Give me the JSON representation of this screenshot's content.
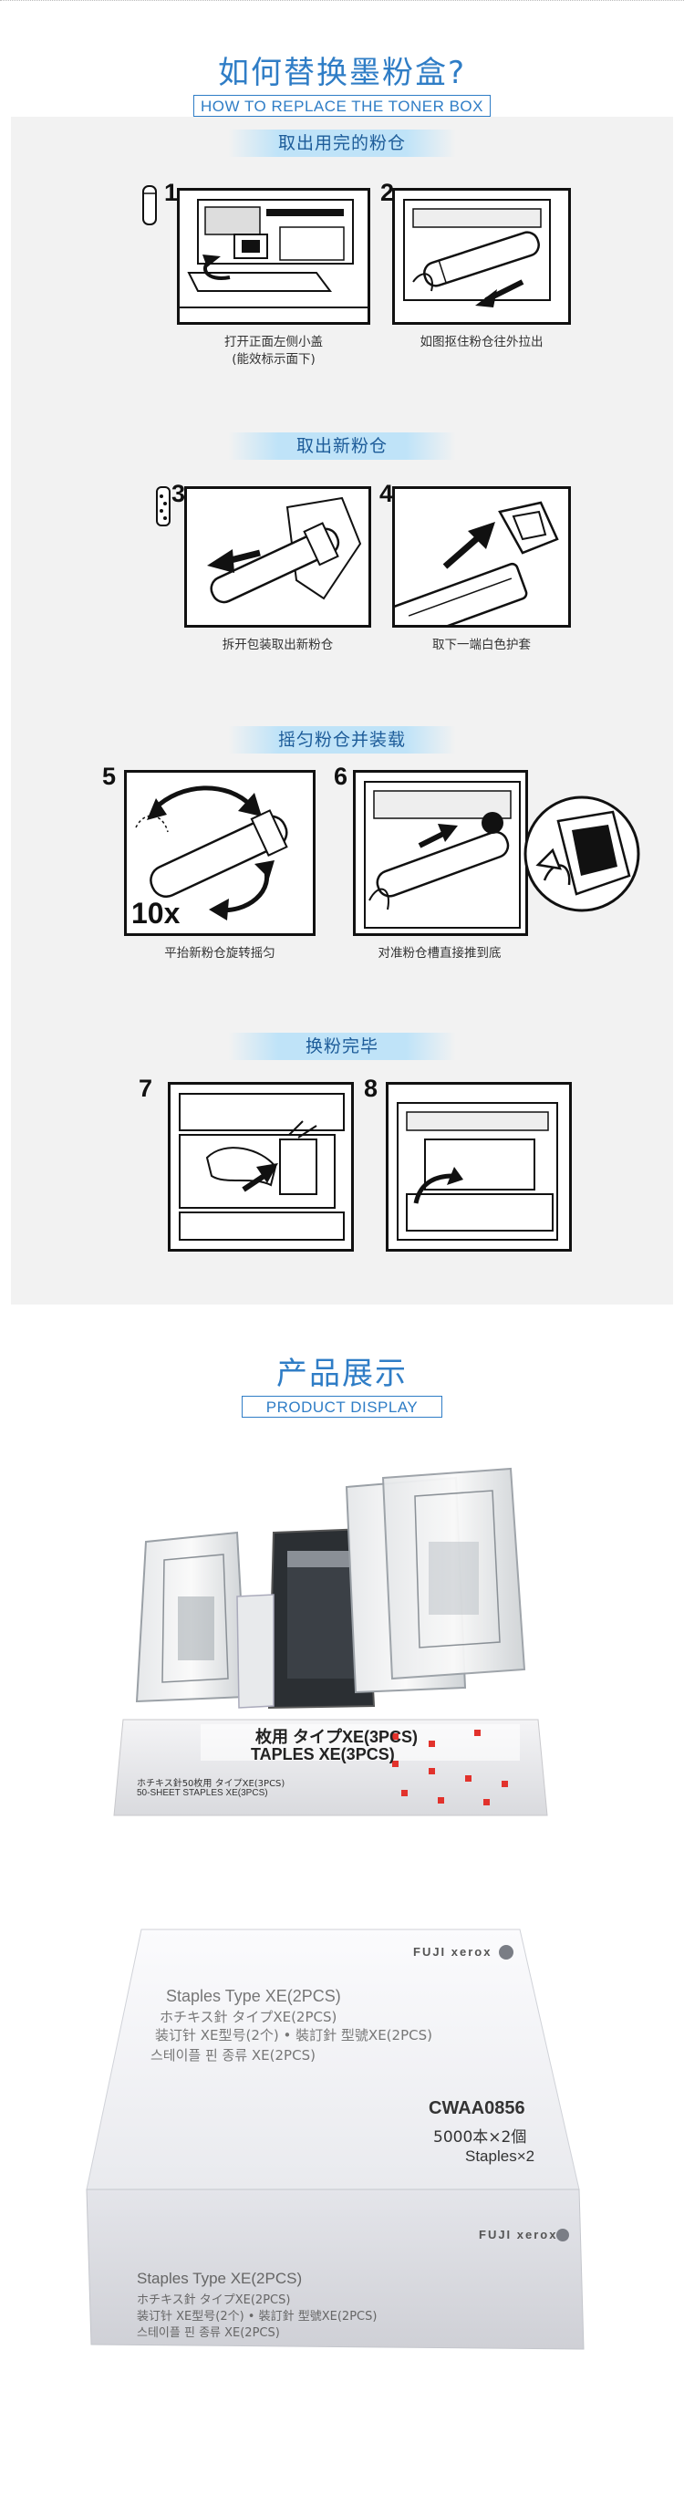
{
  "section1": {
    "title_zh": "如何替换墨粉盒?",
    "title_en": "HOW TO REPLACE THE TONER BOX"
  },
  "banners": [
    "取出用完的粉仓",
    "取出新粉仓",
    "摇匀粉仓并装载",
    "换粉完毕"
  ],
  "steps": [
    {
      "num": "1",
      "caption": "打开正面左侧小盖\n(能效标示面下)"
    },
    {
      "num": "2",
      "caption": "如图抠住粉仓往外拉出"
    },
    {
      "num": "3",
      "caption": "拆开包装取出新粉仓"
    },
    {
      "num": "4",
      "caption": "取下一端白色护套"
    },
    {
      "num": "5",
      "caption": "平抬新粉仓旋转摇匀"
    },
    {
      "num": "6",
      "caption": "对准粉仓槽直接推到底"
    },
    {
      "num": "7",
      "caption": ""
    },
    {
      "num": "8",
      "caption": ""
    }
  ],
  "shake_count": "10x",
  "section2": {
    "title_zh": "产品展示",
    "title_en": "PRODUCT DISPLAY"
  },
  "product1": {
    "line1": "ホチキス針50枚用 タイプXE(3PCS)",
    "line2": "50-SHEET STAPLES XE(3PCS)",
    "big": "枚用 タイプXE(3PCS)",
    "big2": "TAPLES XE(3PCS)"
  },
  "product2": {
    "brand": "FUJI xerox",
    "lines": [
      "Staples Type XE(2PCS)",
      "ホチキス針 タイプXE(2PCS)",
      "装订针 XE型号(2个) • 裝訂針 型號XE(2PCS)",
      "스테이플 핀 종류 XE(2PCS)"
    ],
    "code": "CWAA0856",
    "qty": "5000本×2個",
    "staples": "Staples×2",
    "side_lines": [
      "Staples Type XE(2PCS)",
      "ホチキス針 タイプXE(2PCS)",
      "装订针 XE型号(2个) • 裝訂針 型號XE(2PCS)",
      "스테이플 핀 종류 XE(2PCS)"
    ]
  },
  "colors": {
    "accent": "#2f7dc6",
    "banner": "#bfe3f8",
    "panel": "#f2f2f2"
  }
}
